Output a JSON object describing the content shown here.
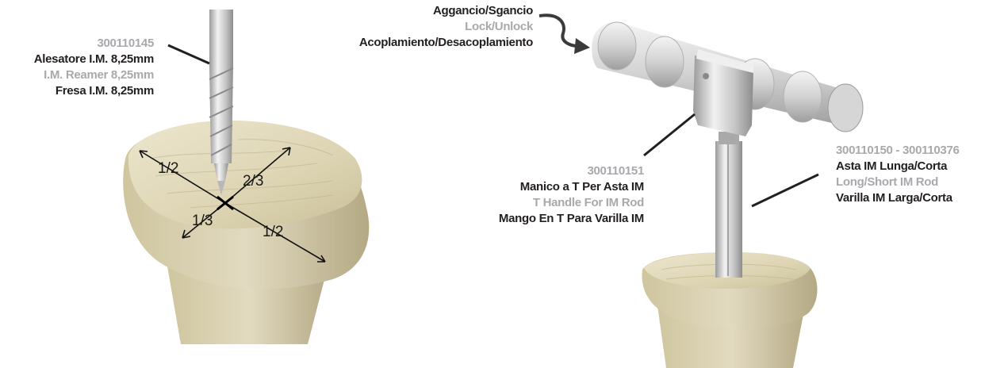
{
  "colors": {
    "bone": "#e4dcc0",
    "bone_shadow": "#b9ae8a",
    "steel": "#d8d8d8",
    "label_dark": "#231f20",
    "label_grey": "#a7a9ac"
  },
  "reamer": {
    "code": "300110145",
    "it": "Alesatore I.M. 8,25mm",
    "en": "I.M. Reamer 8,25mm",
    "es": "Fresa I.M. 8,25mm"
  },
  "fractions": [
    "1/2",
    "2/3",
    "1/3",
    "1/2"
  ],
  "lock": {
    "it": "Aggancio/Sgancio",
    "en": "Lock/Unlock",
    "es": "Acoplamiento/Desacoplamiento"
  },
  "t_handle": {
    "code": "300110151",
    "it": "Manico a T Per Asta IM",
    "en": "T Handle For IM Rod",
    "es": "Mango En T Para Varilla IM"
  },
  "rod": {
    "code": "300110150 - 300110376",
    "it": "Asta IM Lunga/Corta",
    "en": "Long/Short IM Rod",
    "es": "Varilla IM Larga/Corta"
  },
  "icons": [
    "drill-bit",
    "tibia-bone",
    "t-handle",
    "im-rod",
    "curved-arrow"
  ]
}
